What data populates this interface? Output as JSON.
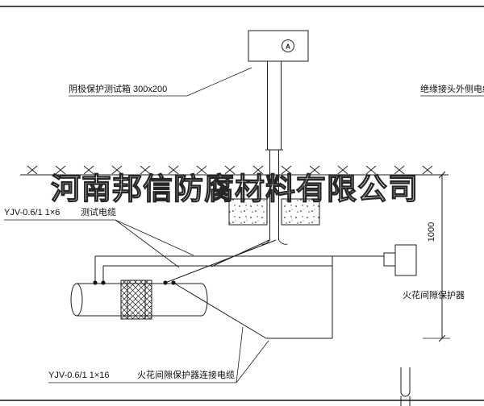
{
  "watermark": "河南邦信防腐材料有限公司",
  "test_box": {
    "label": "阴极保护测试箱 300x200",
    "meter": "A"
  },
  "right_cable_label": "绝缘接头外侧电缆",
  "test_cable": {
    "spec": "YJV-0.6/1 1×6",
    "name": "测试电缆"
  },
  "spark_gap": {
    "label": "火花间隙保护器"
  },
  "bottom_cable": {
    "spec": "YJV-0.6/1 1×16",
    "name": "火花间隙保护器连接电缆"
  },
  "dimension": {
    "value": "1000"
  },
  "colors": {
    "line": "#1c1c1c",
    "background": "#ffffff"
  }
}
